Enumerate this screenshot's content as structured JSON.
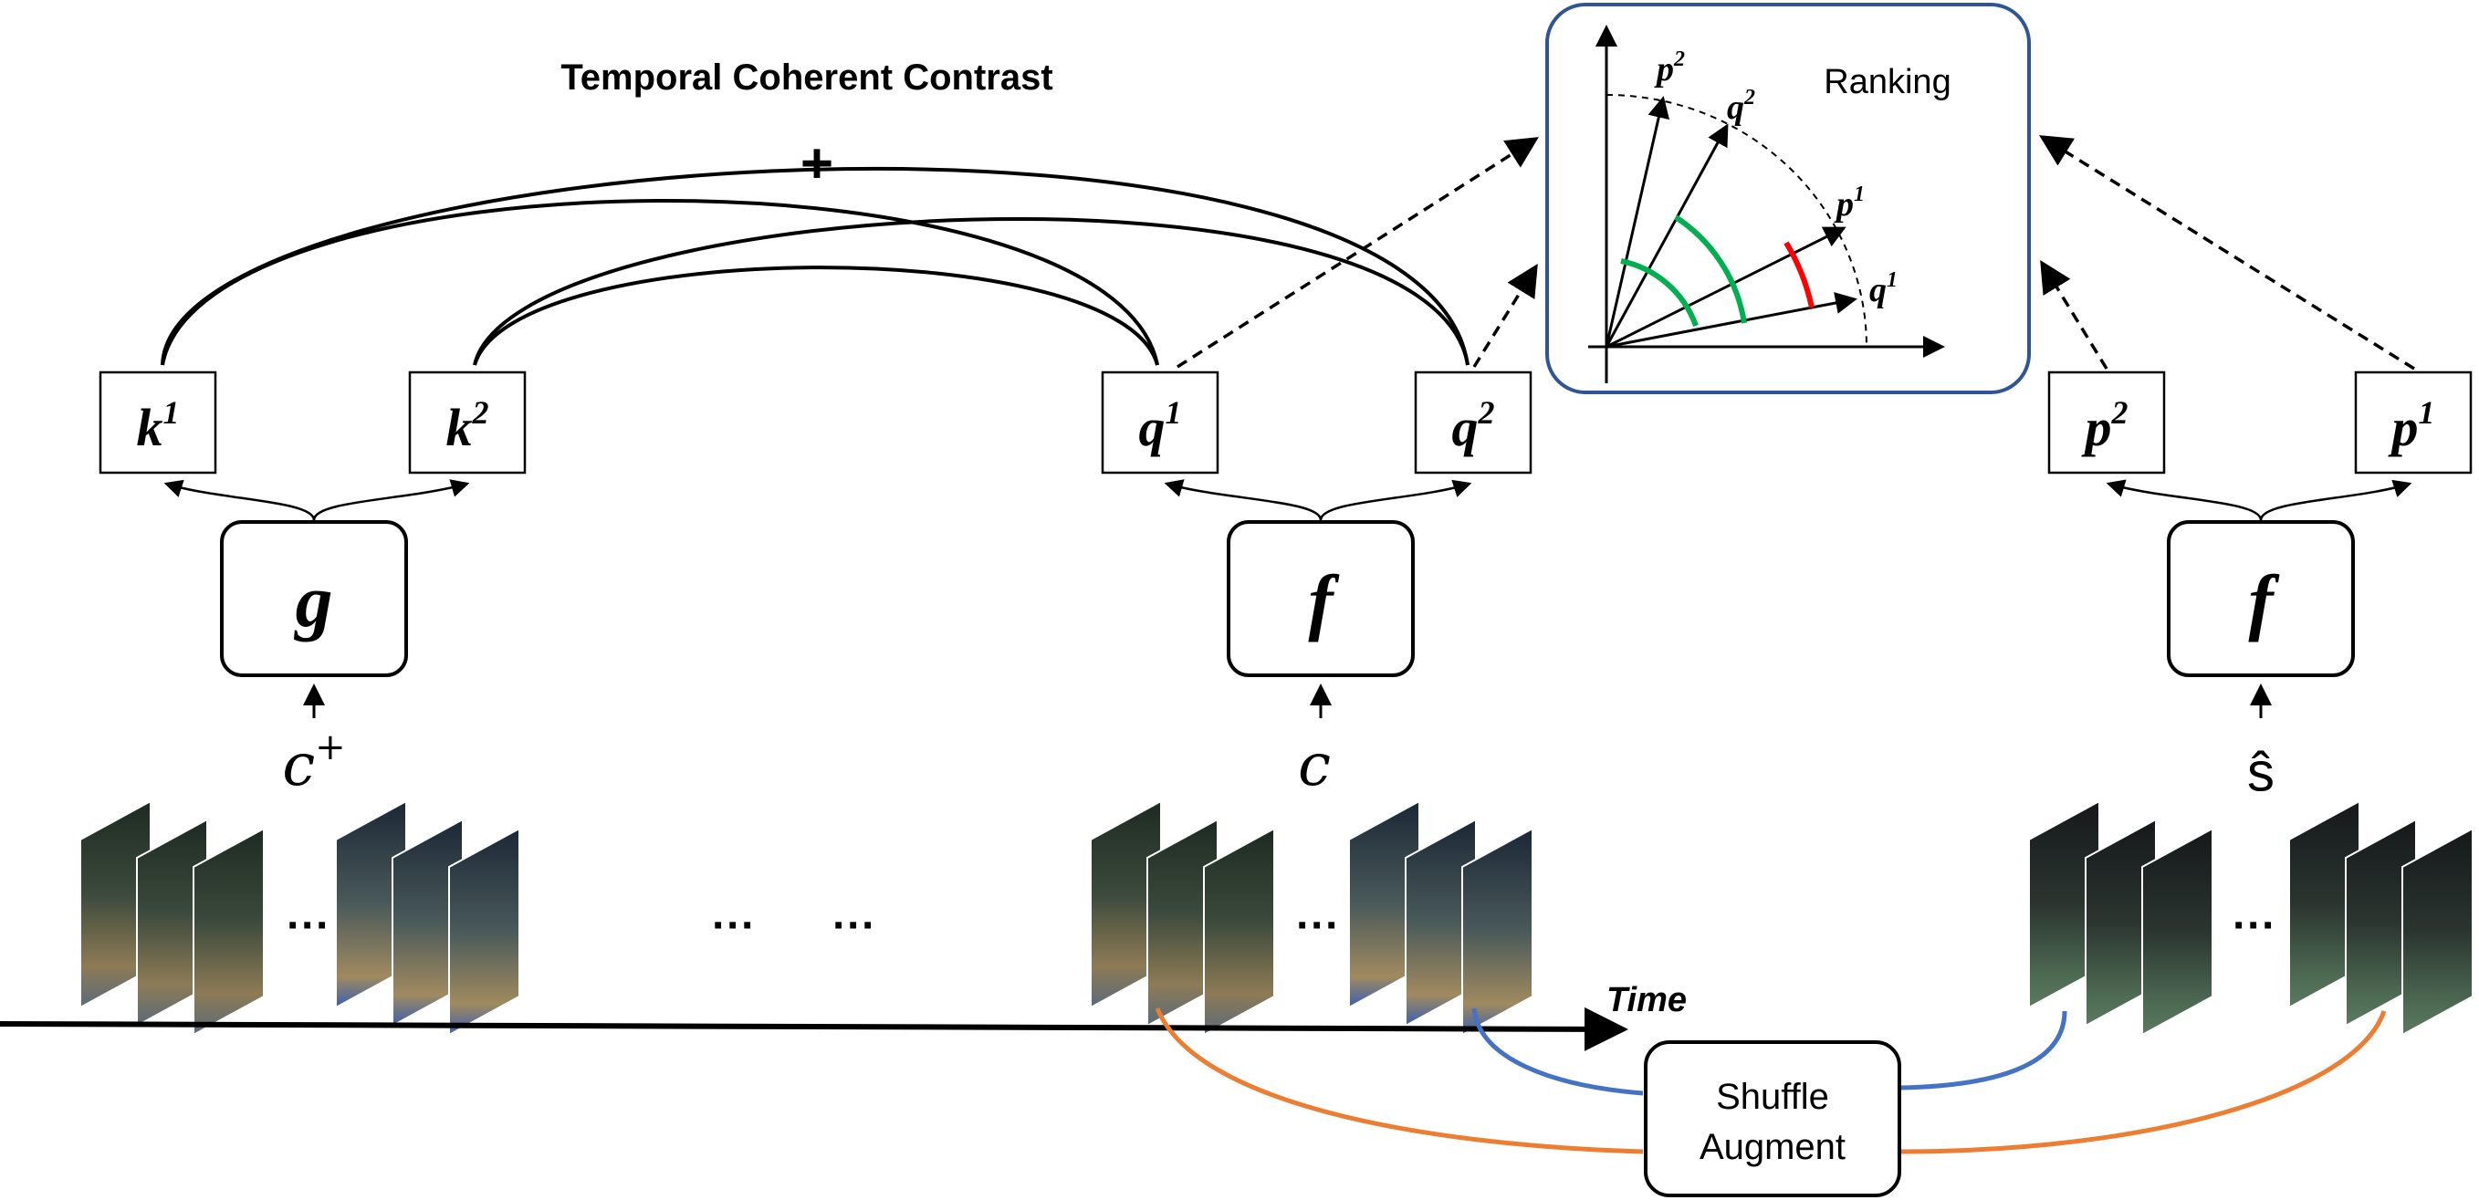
{
  "title": "Temporal Coherent Contrast",
  "plus_sign": "+",
  "ranking_panel": {
    "label": "Ranking",
    "vector_labels": [
      {
        "base": "p",
        "sup": "2"
      },
      {
        "base": "q",
        "sup": "2"
      },
      {
        "base": "p",
        "sup": "1"
      },
      {
        "base": "q",
        "sup": "1"
      }
    ]
  },
  "feature_boxes": {
    "k1": {
      "base": "k",
      "sup": "1"
    },
    "k2": {
      "base": "k",
      "sup": "2"
    },
    "q1": {
      "base": "q",
      "sup": "1"
    },
    "q2": {
      "base": "q",
      "sup": "2"
    },
    "p2": {
      "base": "p",
      "sup": "2"
    },
    "p1": {
      "base": "p",
      "sup": "1"
    }
  },
  "encoders": {
    "key_encoder": "g",
    "query_encoder": "f",
    "shuffled_encoder": "f"
  },
  "inputs": {
    "positive_clip": {
      "base": "c",
      "sup": "+"
    },
    "anchor_clip": "c",
    "shuffled_clip": "ŝ"
  },
  "ellipses": [
    "···",
    "···",
    "···",
    "···",
    "···"
  ],
  "time_label": "Time",
  "augment_box": [
    "Shuffle",
    "Augment"
  ],
  "colors": {
    "ranking_border": "#2f5597",
    "green_arc": "#00b050",
    "red_arc": "#ff0000",
    "blue_link": "#4472c4",
    "orange_link": "#ed7d31",
    "stroke": "#000000"
  }
}
